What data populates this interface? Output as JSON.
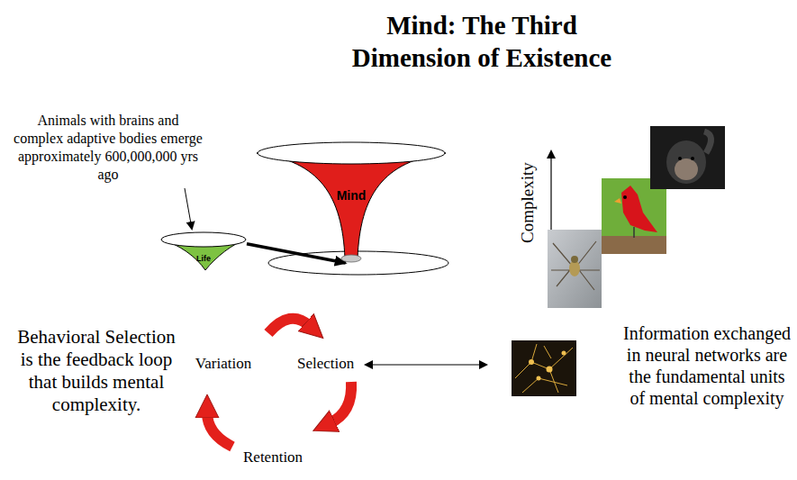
{
  "diagram": {
    "title": "Mind: The Third Dimension of Existence",
    "nodes": [
      {
        "text": [
          "Life"
        ]
      },
      {
        "text": [
          "Mind"
        ]
      }
    ],
    "edges": [
      {
        "from": 0,
        "to": 1,
        "arrow": "to"
      }
    ],
    "labels": [
      "Animals with brains and complex adaptive bodies emerge approximately 600,000,000 yrs ago",
      "Complexity",
      "Variation",
      "Selection",
      "Retention",
      "Behavioral Selection is the feedback loop that builds mental complexity.",
      "Information exchanged in neural networks are the fundamental units of mental complexity"
    ]
  }
}
